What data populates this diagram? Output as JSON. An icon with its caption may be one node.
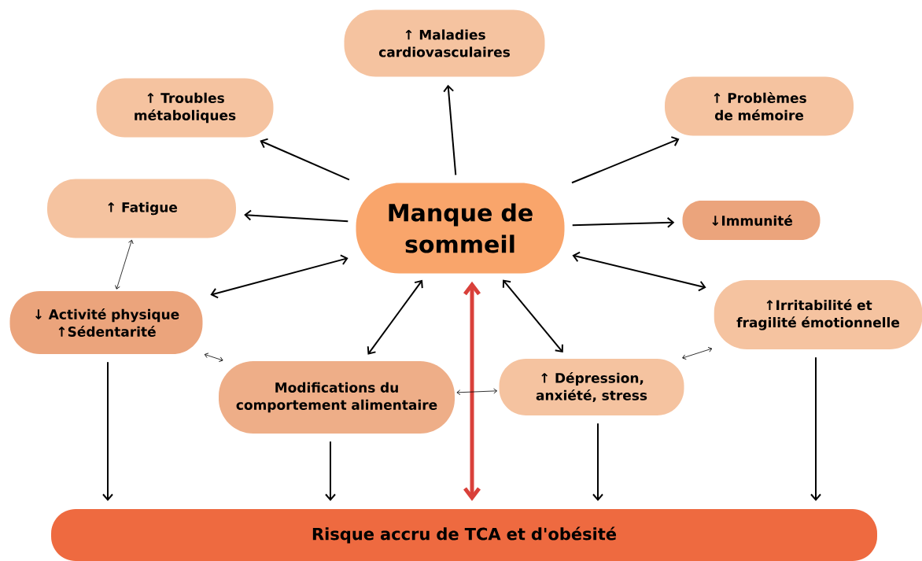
{
  "diagram": {
    "nodes": [
      {
        "text": [
          "Manque de sommeil"
        ]
      },
      {
        "text": [
          "↑ Maladies cardiovasculaires"
        ]
      },
      {
        "text": [
          "↑ Troubles métaboliques"
        ]
      },
      {
        "text": [
          "↑ Problèmes de mémoire"
        ]
      },
      {
        "text": [
          "↑ Fatigue"
        ]
      },
      {
        "text": [
          "↓Immunité"
        ]
      },
      {
        "text": [
          "↓ Activité physique ↑Sédentarité"
        ]
      },
      {
        "text": [
          "↑Irritabilité et fragilité émotionnelle"
        ]
      },
      {
        "text": [
          "Modifications du comportement alimentaire"
        ]
      },
      {
        "text": [
          "↑ Dépression, anxiété, stress"
        ]
      },
      {
        "text": [
          "Risque accru de TCA et d'obésité"
        ]
      }
    ],
    "edges": [
      {
        "from": 0,
        "to": 1,
        "arrow": "to"
      },
      {
        "from": 0,
        "to": 2,
        "arrow": "to"
      },
      {
        "from": 0,
        "to": 3,
        "arrow": "to"
      },
      {
        "from": 0,
        "to": 4,
        "arrow": "to"
      },
      {
        "from": 0,
        "to": 5,
        "arrow": "to"
      },
      {
        "from": 0,
        "to": 6,
        "arrow": "both"
      },
      {
        "from": 0,
        "to": 8,
        "arrow": "both"
      },
      {
        "from": 0,
        "to": 10,
        "arrow": "both",
        "style": "thick",
        "color": "#d9403a"
      },
      {
        "from": 0,
        "to": 9,
        "arrow": "both"
      },
      {
        "from": 0,
        "to": 7,
        "arrow": "both"
      },
      {
        "from": 4,
        "to": 6,
        "arrow": "both"
      },
      {
        "from": 6,
        "to": 8,
        "arrow": "both"
      },
      {
        "from": 8,
        "to": 9,
        "arrow": "both"
      },
      {
        "from": 9,
        "to": 7,
        "arrow": "both"
      },
      {
        "from": 6,
        "to": 10,
        "arrow": "to"
      },
      {
        "from": 8,
        "to": 10,
        "arrow": "to"
      },
      {
        "from": 9,
        "to": 10,
        "arrow": "to"
      },
      {
        "from": 7,
        "to": 10,
        "arrow": "to"
      }
    ]
  }
}
